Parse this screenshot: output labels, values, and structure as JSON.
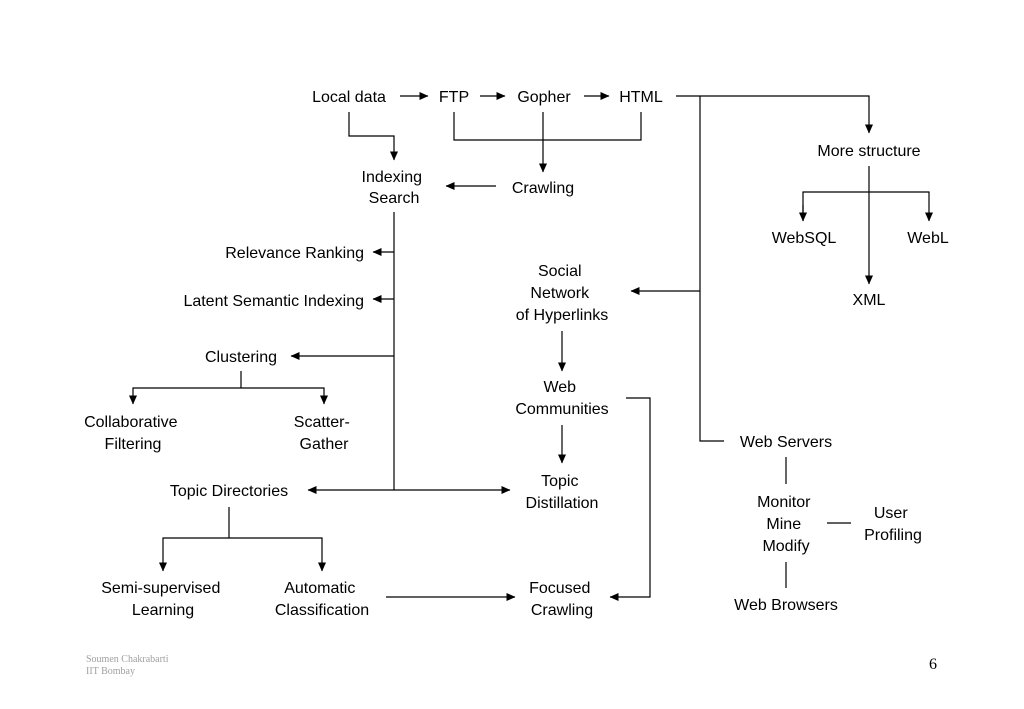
{
  "nodes": {
    "local_data": [
      "Local data"
    ],
    "ftp": [
      "FTP"
    ],
    "gopher": [
      "Gopher"
    ],
    "html": [
      "HTML"
    ],
    "more_structure": [
      "More structure"
    ],
    "websql": [
      "WebSQL"
    ],
    "webl": [
      "WebL"
    ],
    "xml": [
      "XML"
    ],
    "indexing_search": [
      "Indexing",
      "Search"
    ],
    "crawling": [
      "Crawling"
    ],
    "relevance_ranking": [
      "Relevance Ranking"
    ],
    "latent_semantic_indexing": [
      "Latent Semantic Indexing"
    ],
    "clustering": [
      "Clustering"
    ],
    "collaborative_filtering": [
      "Collaborative",
      "Filtering"
    ],
    "scatter_gather": [
      "Scatter-",
      "Gather"
    ],
    "social_network": [
      "Social",
      "Network",
      "of Hyperlinks"
    ],
    "web_communities": [
      "Web",
      "Communities"
    ],
    "topic_distillation": [
      "Topic",
      "Distillation"
    ],
    "topic_directories": [
      "Topic Directories"
    ],
    "semi_supervised": [
      "Semi-supervised",
      "Learning"
    ],
    "automatic_classification": [
      "Automatic",
      "Classification"
    ],
    "focused_crawling": [
      "Focused",
      "Crawling"
    ],
    "web_servers": [
      "Web Servers"
    ],
    "monitor_mine_modify": [
      "Monitor",
      "Mine",
      "Modify"
    ],
    "user_profiling": [
      "User",
      "Profiling"
    ],
    "web_browsers": [
      "Web Browsers"
    ]
  },
  "footer": {
    "author": "Soumen Chakrabarti",
    "institution": "IIT Bombay",
    "page_number": "6"
  }
}
